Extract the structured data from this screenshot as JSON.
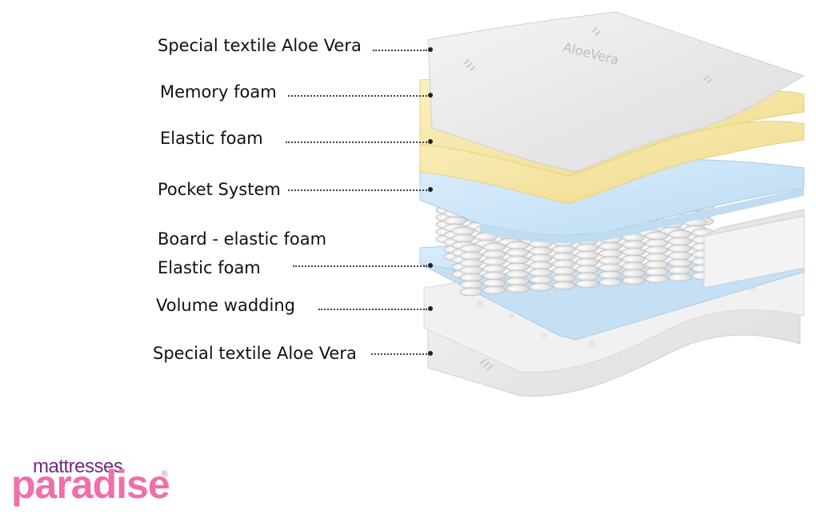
{
  "labels": [
    "Special textile Aloe Vera",
    "Memory foam",
    "Elastic foam",
    "Pocket System",
    "Board - elastic foam",
    "Elastic foam",
    "Volume wadding",
    "Special textile Aloe Vera"
  ],
  "fabric_print": "AloeVera",
  "logo": {
    "top": "mattresses",
    "main": "paradise",
    "mark": "®"
  },
  "colors": {
    "textile": "#e9e9e9",
    "memory_foam": "#f7e7a6",
    "elastic_foam": "#f5e39f",
    "pocket_layer": "#cfe6f6",
    "logo_pink": "#f06fa8",
    "logo_purple": "#6f2a86"
  }
}
